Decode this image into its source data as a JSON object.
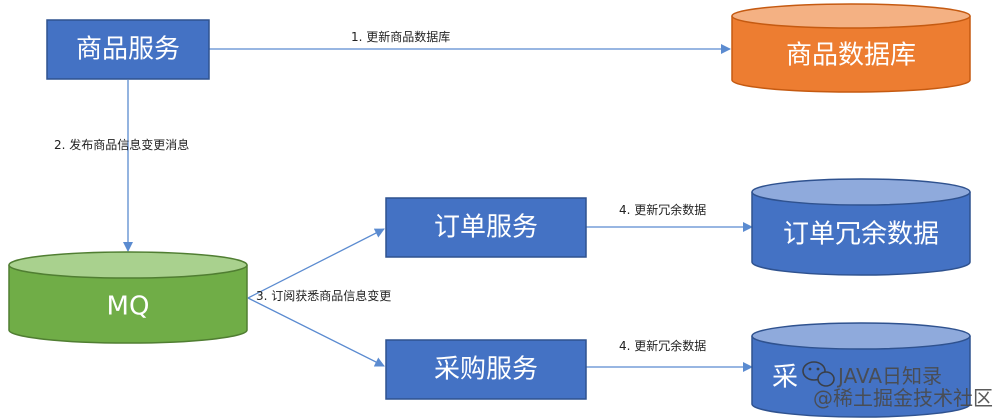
{
  "nodes": {
    "product_service": "商品服务",
    "product_db": "商品数据库",
    "mq": "MQ",
    "order_service": "订单服务",
    "order_redundant": "订单冗余数据",
    "purchase_service": "采购服务",
    "purchase_redundant": "采"
  },
  "edges": {
    "update_product_db": "1. 更新商品数据库",
    "publish_message": "2. 发布商品信息变更消息",
    "subscribe_changes": "3. 订阅获悉商品信息变更",
    "update_order_redundant": "4. 更新冗余数据",
    "update_purchase_redundant": "4. 更新冗余数据"
  },
  "watermark": {
    "account": "JAVA日知录",
    "community": "@稀土掘金技术社区"
  },
  "colors": {
    "service_fill": "#4472c4",
    "service_stroke": "#2f528f",
    "db_orange": "#ed7d31",
    "db_green": "#70ad47",
    "db_blue": "#4472c4",
    "arrow": "#5b8bd0"
  }
}
